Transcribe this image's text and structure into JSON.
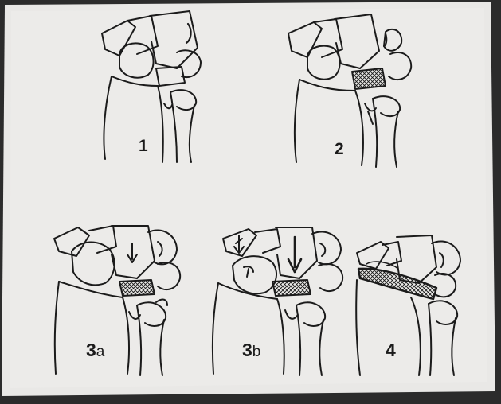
{
  "figure": {
    "panels": [
      {
        "id": "1",
        "label": "1"
      },
      {
        "id": "2",
        "label": "2"
      },
      {
        "id": "3a",
        "label_main": "3",
        "label_sub": "a"
      },
      {
        "id": "3b",
        "label_main": "3",
        "label_sub": "b"
      },
      {
        "id": "4",
        "label": "4"
      }
    ]
  },
  "colors": {
    "paper": "#e9e8e6",
    "ink": "#1b1b1b",
    "background": "#2b2b2b"
  }
}
